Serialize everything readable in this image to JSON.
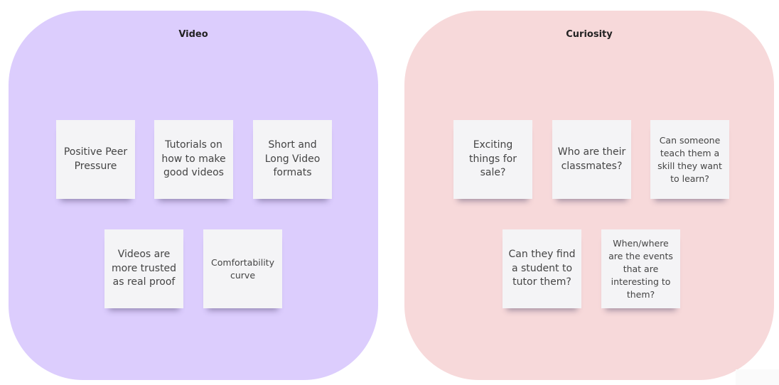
{
  "colors": {
    "video_frame": "#dccdfd",
    "curiosity_frame": "#f7d9da",
    "note": "#f4f4f6"
  },
  "frames": [
    {
      "title": "Video",
      "notes": [
        "Positive Peer Pressure",
        "Tutorials on how to make good videos",
        "Short and Long Video formats",
        "Videos are more trusted as real proof",
        "Comfortability curve"
      ]
    },
    {
      "title": "Curiosity",
      "notes": [
        "Exciting things for sale?",
        "Who are their classmates?",
        "Can someone teach them a skill they want to learn?",
        "Can they find a student to tutor them?",
        "When/where are the events that are interesting to them?"
      ]
    }
  ]
}
